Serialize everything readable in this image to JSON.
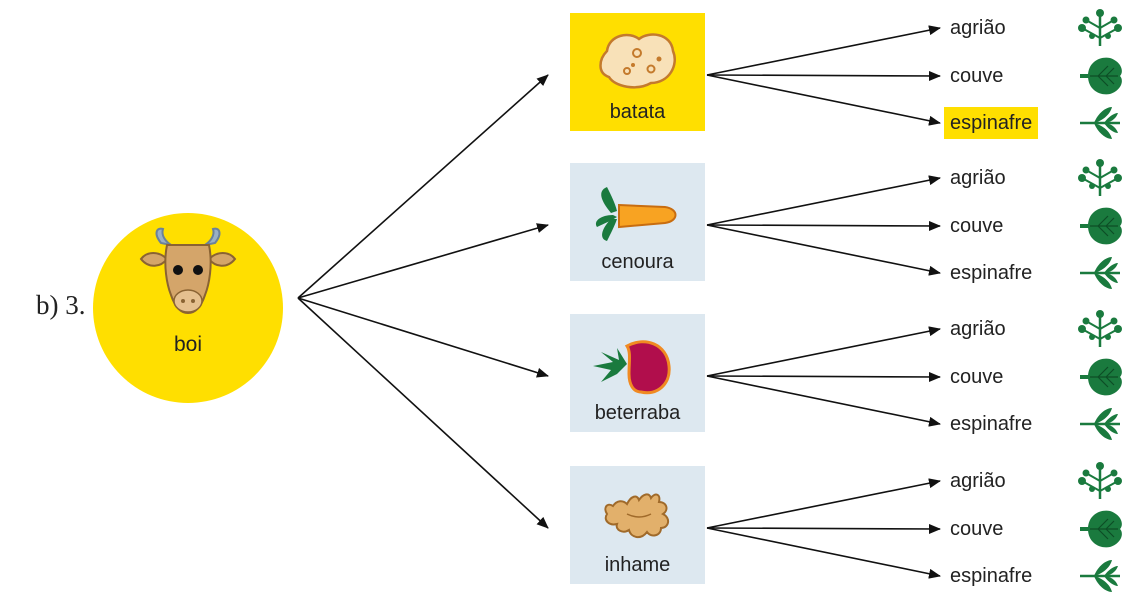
{
  "prefix": "b) 3.",
  "root": {
    "label": "boi",
    "icon": "cow-icon",
    "color": "#ffdf00"
  },
  "colors": {
    "highlight": "#ffdf00",
    "box": "#dde8f0",
    "leaf": "#1a7a3e"
  },
  "branches": [
    {
      "label": "batata",
      "icon": "potato-icon",
      "highlighted": true,
      "leaves": [
        {
          "label": "agrião",
          "icon": "watercress-icon"
        },
        {
          "label": "couve",
          "icon": "kale-icon"
        },
        {
          "label": "espinafre",
          "icon": "spinach-icon",
          "highlighted": true
        }
      ]
    },
    {
      "label": "cenoura",
      "icon": "carrot-icon",
      "leaves": [
        {
          "label": "agrião",
          "icon": "watercress-icon"
        },
        {
          "label": "couve",
          "icon": "kale-icon"
        },
        {
          "label": "espinafre",
          "icon": "spinach-icon"
        }
      ]
    },
    {
      "label": "beterraba",
      "icon": "beet-icon",
      "leaves": [
        {
          "label": "agrião",
          "icon": "watercress-icon"
        },
        {
          "label": "couve",
          "icon": "kale-icon"
        },
        {
          "label": "espinafre",
          "icon": "spinach-icon"
        }
      ]
    },
    {
      "label": "inhame",
      "icon": "yam-icon",
      "leaves": [
        {
          "label": "agrião",
          "icon": "watercress-icon"
        },
        {
          "label": "couve",
          "icon": "kale-icon"
        },
        {
          "label": "espinafre",
          "icon": "spinach-icon"
        }
      ]
    }
  ]
}
